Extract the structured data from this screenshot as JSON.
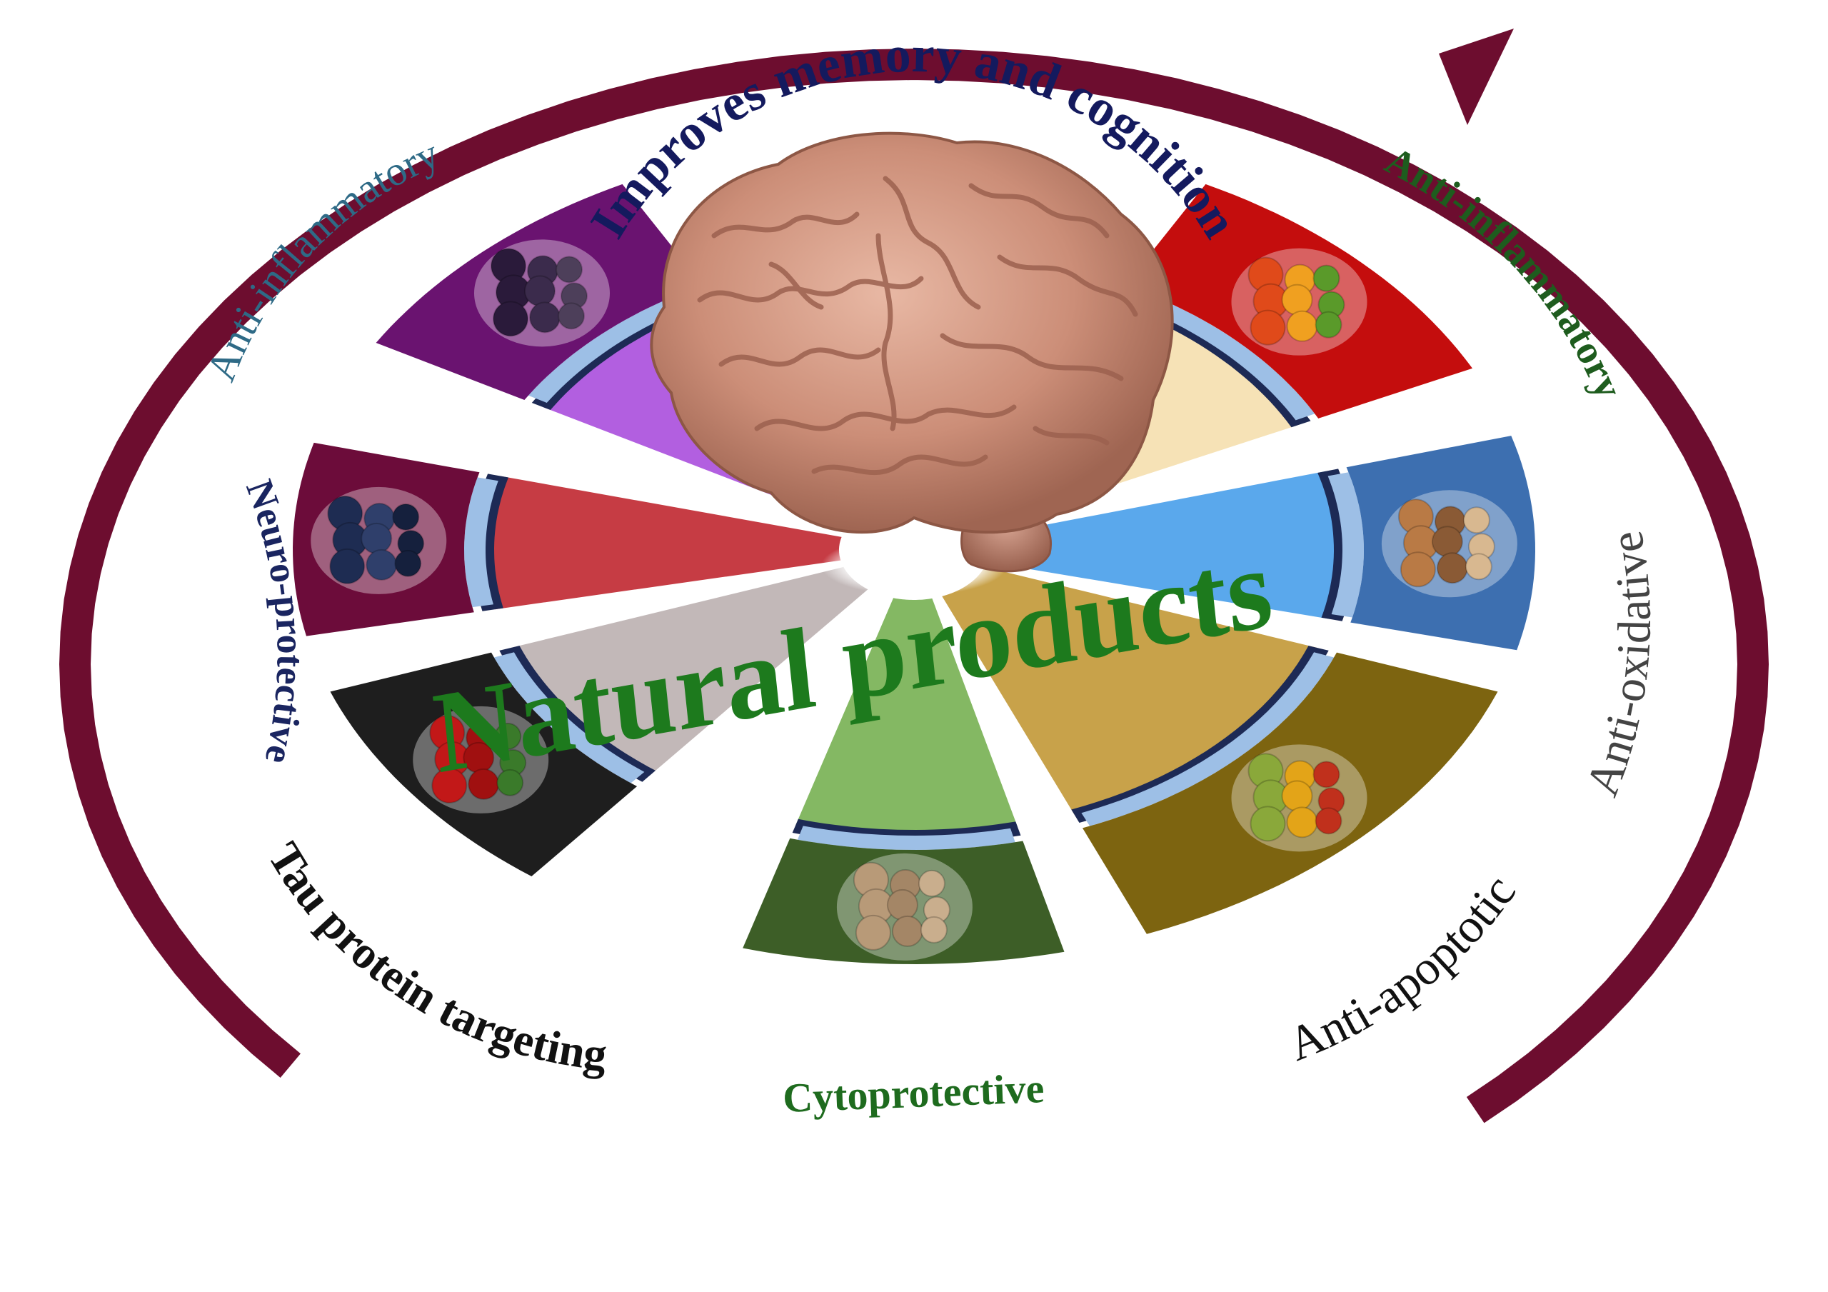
{
  "central_label": "Natural products",
  "top_arc_label": "Improves memory and cognition",
  "segments": [
    {
      "id": "anti-inflammatory-left",
      "label": "Anti-inflammatory",
      "food_icon": "blackberries-icon",
      "label_color": "#2e6a86",
      "tile_color": "#6a1370",
      "wedge_color": "#b25fe0"
    },
    {
      "id": "neuro-protective",
      "label": "Neuro-protective",
      "food_icon": "blueberries-icon",
      "label_color": "#1a2560",
      "tile_color": "#6c0c3a",
      "wedge_color": "#c63c44"
    },
    {
      "id": "tau-protein-targeting",
      "label": "Tau protein targeting",
      "food_icon": "apples-icon",
      "label_color": "#111111",
      "tile_color": "#1e1e1e",
      "wedge_color": "#c2b8b8"
    },
    {
      "id": "cytoprotective",
      "label": "Cytoprotective",
      "food_icon": "walnuts-icon",
      "label_color": "#1e6b1e",
      "tile_color": "#3d5e27",
      "wedge_color": "#84b863"
    },
    {
      "id": "anti-apoptotic",
      "label": "Anti-apoptotic",
      "food_icon": "spices-icon",
      "label_color": "#111111",
      "tile_color": "#7d6410",
      "wedge_color": "#c8a24a"
    },
    {
      "id": "anti-oxidative",
      "label": "Anti-oxidative",
      "food_icon": "mixed-nuts-icon",
      "label_color": "#444444",
      "tile_color": "#3d6fb0",
      "wedge_color": "#5aa8ec"
    },
    {
      "id": "anti-inflammatory-right",
      "label": "Anti-inflammatory",
      "food_icon": "fruits-vegetables-icon",
      "label_color": "#1e5c1e",
      "tile_color": "#c40d0d",
      "wedge_color": "#f6e2b6"
    }
  ],
  "colors": {
    "arrow": "#6d0d2f",
    "top_label": "#141a5e",
    "central_label": "#1d7a1d",
    "tile_base": "#9dbfe6",
    "tile_side": "#1d2a55"
  },
  "icons": {
    "center": "brain-icon",
    "cycle_arrow": "circular-arrow-icon"
  }
}
